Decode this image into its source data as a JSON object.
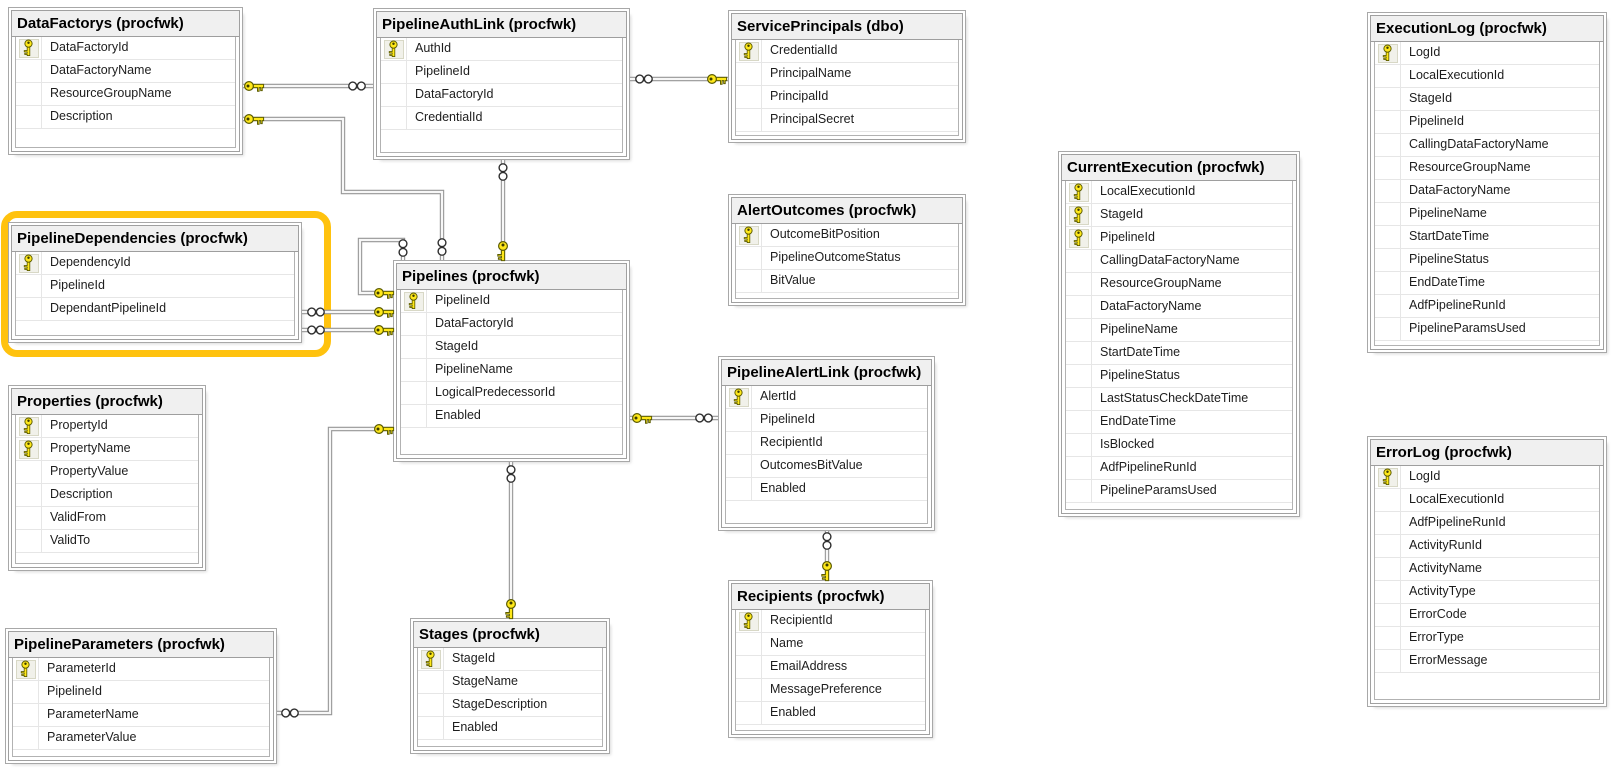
{
  "diagram": {
    "colors": {
      "background": "#ffffff",
      "table_header_bg": "#f0f0f0",
      "table_border": "#a0a0a0",
      "grid_line": "#e6e6e6",
      "connector_line": "#969696",
      "key_yellow": "#ffe81a",
      "highlight": "#ffc20e"
    },
    "highlight": {
      "table": "PipelineDependencies",
      "color": "#ffc20e"
    },
    "end_symbols": {
      "one": "key-icon",
      "many": "infinity-icon"
    },
    "tables": [
      {
        "id": "DataFactorys",
        "title": "DataFactorys (procfwk)",
        "columns": [
          {
            "name": "DataFactoryId",
            "pk": true
          },
          {
            "name": "DataFactoryName",
            "pk": false
          },
          {
            "name": "ResourceGroupName",
            "pk": false
          },
          {
            "name": "Description",
            "pk": false
          }
        ]
      },
      {
        "id": "PipelineAuthLink",
        "title": "PipelineAuthLink (procfwk)",
        "columns": [
          {
            "name": "AuthId",
            "pk": true
          },
          {
            "name": "PipelineId",
            "pk": false
          },
          {
            "name": "DataFactoryId",
            "pk": false
          },
          {
            "name": "CredentialId",
            "pk": false
          }
        ]
      },
      {
        "id": "ServicePrincipals",
        "title": "ServicePrincipals (dbo)",
        "columns": [
          {
            "name": "CredentialId",
            "pk": true
          },
          {
            "name": "PrincipalName",
            "pk": false
          },
          {
            "name": "PrincipalId",
            "pk": false
          },
          {
            "name": "PrincipalSecret",
            "pk": false
          }
        ]
      },
      {
        "id": "ExecutionLog",
        "title": "ExecutionLog (procfwk)",
        "columns": [
          {
            "name": "LogId",
            "pk": true
          },
          {
            "name": "LocalExecutionId",
            "pk": false
          },
          {
            "name": "StageId",
            "pk": false
          },
          {
            "name": "PipelineId",
            "pk": false
          },
          {
            "name": "CallingDataFactoryName",
            "pk": false
          },
          {
            "name": "ResourceGroupName",
            "pk": false
          },
          {
            "name": "DataFactoryName",
            "pk": false
          },
          {
            "name": "PipelineName",
            "pk": false
          },
          {
            "name": "StartDateTime",
            "pk": false
          },
          {
            "name": "PipelineStatus",
            "pk": false
          },
          {
            "name": "EndDateTime",
            "pk": false
          },
          {
            "name": "AdfPipelineRunId",
            "pk": false
          },
          {
            "name": "PipelineParamsUsed",
            "pk": false
          }
        ]
      },
      {
        "id": "PipelineDependencies",
        "title": "PipelineDependencies (procfwk)",
        "columns": [
          {
            "name": "DependencyId",
            "pk": true
          },
          {
            "name": "PipelineId",
            "pk": false
          },
          {
            "name": "DependantPipelineId",
            "pk": false
          }
        ]
      },
      {
        "id": "AlertOutcomes",
        "title": "AlertOutcomes (procfwk)",
        "columns": [
          {
            "name": "OutcomeBitPosition",
            "pk": true
          },
          {
            "name": "PipelineOutcomeStatus",
            "pk": false
          },
          {
            "name": "BitValue",
            "pk": false
          }
        ]
      },
      {
        "id": "CurrentExecution",
        "title": "CurrentExecution (procfwk)",
        "columns": [
          {
            "name": "LocalExecutionId",
            "pk": true
          },
          {
            "name": "StageId",
            "pk": true
          },
          {
            "name": "PipelineId",
            "pk": true
          },
          {
            "name": "CallingDataFactoryName",
            "pk": false
          },
          {
            "name": "ResourceGroupName",
            "pk": false
          },
          {
            "name": "DataFactoryName",
            "pk": false
          },
          {
            "name": "PipelineName",
            "pk": false
          },
          {
            "name": "StartDateTime",
            "pk": false
          },
          {
            "name": "PipelineStatus",
            "pk": false
          },
          {
            "name": "LastStatusCheckDateTime",
            "pk": false
          },
          {
            "name": "EndDateTime",
            "pk": false
          },
          {
            "name": "IsBlocked",
            "pk": false
          },
          {
            "name": "AdfPipelineRunId",
            "pk": false
          },
          {
            "name": "PipelineParamsUsed",
            "pk": false
          }
        ]
      },
      {
        "id": "Properties",
        "title": "Properties (procfwk)",
        "columns": [
          {
            "name": "PropertyId",
            "pk": true
          },
          {
            "name": "PropertyName",
            "pk": true
          },
          {
            "name": "PropertyValue",
            "pk": false
          },
          {
            "name": "Description",
            "pk": false
          },
          {
            "name": "ValidFrom",
            "pk": false
          },
          {
            "name": "ValidTo",
            "pk": false
          }
        ]
      },
      {
        "id": "Pipelines",
        "title": "Pipelines (procfwk)",
        "columns": [
          {
            "name": "PipelineId",
            "pk": true
          },
          {
            "name": "DataFactoryId",
            "pk": false
          },
          {
            "name": "StageId",
            "pk": false
          },
          {
            "name": "PipelineName",
            "pk": false
          },
          {
            "name": "LogicalPredecessorId",
            "pk": false
          },
          {
            "name": "Enabled",
            "pk": false
          }
        ]
      },
      {
        "id": "PipelineAlertLink",
        "title": "PipelineAlertLink (procfwk)",
        "columns": [
          {
            "name": "AlertId",
            "pk": true
          },
          {
            "name": "PipelineId",
            "pk": false
          },
          {
            "name": "RecipientId",
            "pk": false
          },
          {
            "name": "OutcomesBitValue",
            "pk": false
          },
          {
            "name": "Enabled",
            "pk": false
          }
        ]
      },
      {
        "id": "Stages",
        "title": "Stages (procfwk)",
        "columns": [
          {
            "name": "StageId",
            "pk": true
          },
          {
            "name": "StageName",
            "pk": false
          },
          {
            "name": "StageDescription",
            "pk": false
          },
          {
            "name": "Enabled",
            "pk": false
          }
        ]
      },
      {
        "id": "Recipients",
        "title": "Recipients (procfwk)",
        "columns": [
          {
            "name": "RecipientId",
            "pk": true
          },
          {
            "name": "Name",
            "pk": false
          },
          {
            "name": "EmailAddress",
            "pk": false
          },
          {
            "name": "MessagePreference",
            "pk": false
          },
          {
            "name": "Enabled",
            "pk": false
          }
        ]
      },
      {
        "id": "PipelineParameters",
        "title": "PipelineParameters (procfwk)",
        "columns": [
          {
            "name": "ParameterId",
            "pk": true
          },
          {
            "name": "PipelineId",
            "pk": false
          },
          {
            "name": "ParameterName",
            "pk": false
          },
          {
            "name": "ParameterValue",
            "pk": false
          }
        ]
      },
      {
        "id": "ErrorLog",
        "title": "ErrorLog (procfwk)",
        "columns": [
          {
            "name": "LogId",
            "pk": true
          },
          {
            "name": "LocalExecutionId",
            "pk": false
          },
          {
            "name": "AdfPipelineRunId",
            "pk": false
          },
          {
            "name": "ActivityRunId",
            "pk": false
          },
          {
            "name": "ActivityName",
            "pk": false
          },
          {
            "name": "ActivityType",
            "pk": false
          },
          {
            "name": "ErrorCode",
            "pk": false
          },
          {
            "name": "ErrorType",
            "pk": false
          },
          {
            "name": "ErrorMessage",
            "pk": false
          }
        ]
      }
    ],
    "relationships": [
      {
        "one": "DataFactorys",
        "many": "PipelineAuthLink"
      },
      {
        "one": "DataFactorys",
        "many": "Pipelines"
      },
      {
        "one": "ServicePrincipals",
        "many": "PipelineAuthLink"
      },
      {
        "one": "Pipelines",
        "many": "PipelineAuthLink"
      },
      {
        "one": "Pipelines",
        "many": "Pipelines"
      },
      {
        "one": "Pipelines",
        "many": "PipelineDependencies"
      },
      {
        "one": "Pipelines",
        "many": "PipelineDependencies"
      },
      {
        "one": "Pipelines",
        "many": "PipelineAlertLink"
      },
      {
        "one": "Pipelines",
        "many": "PipelineParameters"
      },
      {
        "one": "Stages",
        "many": "Pipelines"
      },
      {
        "one": "Recipients",
        "many": "PipelineAlertLink"
      }
    ]
  }
}
